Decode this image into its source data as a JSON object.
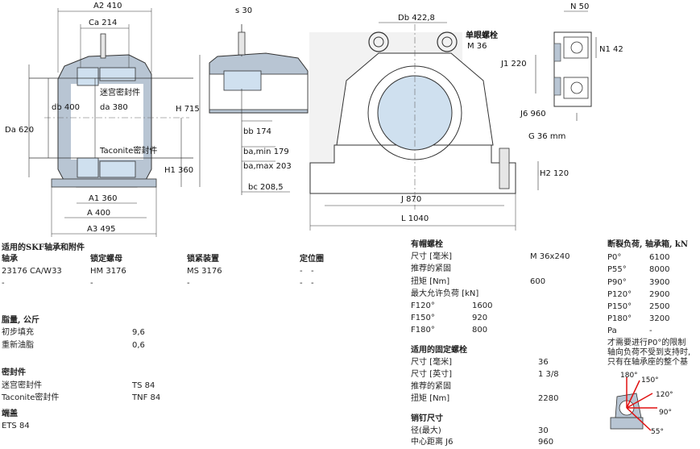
{
  "drawings": {
    "front": {
      "A2": "A2 410",
      "Ca": "Ca 214",
      "db": "db 400",
      "da": "da 380",
      "Da": "Da 620",
      "H": "H 715",
      "H1": "H1 360",
      "A1": "A1 360",
      "A": "A 400",
      "A3": "A3 495",
      "seal_top": "迷宫密封件",
      "seal_bottom": "Taconite密封件"
    },
    "side": {
      "s": "s 30",
      "bb": "bb 174",
      "ba_min": "ba,min 179",
      "ba_max": "ba,max 203",
      "bc": "bc 208,5"
    },
    "end": {
      "Db": "Db 422,8",
      "eyebolt": "单眼螺栓",
      "eyebolt_size": "M 36",
      "J1": "J1 220",
      "G": "G 36 mm",
      "H2": "H2 120",
      "J": "J 870",
      "L": "L 1040"
    },
    "detail": {
      "N": "N 50",
      "N1": "N1 42",
      "J6": "J6 960"
    }
  },
  "col1": {
    "title": "适用的SKF轴承和附件",
    "headers": [
      "轴承",
      "锁定螺母",
      "锁紧装置",
      "定位圈"
    ],
    "rows": [
      [
        "23176 CA/W33",
        "HM 3176",
        "MS 3176",
        "-",
        "-"
      ],
      [
        "-",
        "-",
        "-",
        "-",
        "-"
      ]
    ],
    "grease_title": "脂量, 公斤",
    "grease_rows": [
      [
        "初步填充",
        "9,6"
      ],
      [
        "重新油脂",
        "0,6"
      ]
    ],
    "seal_title": "密封件",
    "seal_rows": [
      [
        "迷宫密封件",
        "TS 84"
      ],
      [
        "Taconite密封件",
        "TNF 84"
      ]
    ],
    "cap_title": "端盖",
    "cap_value": "ETS 84"
  },
  "col2": {
    "cap_bolt_title": "有帽螺栓",
    "cap_bolt_rows": [
      [
        "尺寸 [毫米]",
        "M 36x240"
      ],
      [
        "推荐的紧固",
        ""
      ],
      [
        "扭矩 [Nm]",
        "600"
      ],
      [
        "最大允许负荷 [kN]",
        ""
      ]
    ],
    "load_rows": [
      [
        "F120°",
        "1600"
      ],
      [
        "F150°",
        "920"
      ],
      [
        "F180°",
        "800"
      ]
    ],
    "anchor_title": "适用的固定螺栓",
    "anchor_rows": [
      [
        "尺寸 [毫米]",
        "36"
      ],
      [
        "尺寸 [英寸]",
        "1 3/8"
      ],
      [
        "推荐的紧固",
        ""
      ],
      [
        "扭矩 [Nm]",
        "2280"
      ]
    ],
    "dowel_title": "销钉尺寸",
    "dowel_rows": [
      [
        "径(最大)",
        "30"
      ],
      [
        "中心距离 J6",
        "960"
      ]
    ]
  },
  "col3": {
    "title": "断裂负荷, 轴承箱, kN",
    "rows": [
      [
        "P0°",
        "6100"
      ],
      [
        "P55°",
        "8000"
      ],
      [
        "P90°",
        "3900"
      ],
      [
        "P120°",
        "2900"
      ],
      [
        "P150°",
        "2500"
      ],
      [
        "P180°",
        "3200"
      ],
      [
        "Pa",
        "-"
      ]
    ],
    "note": [
      "才需要进行P0°的限制",
      "轴向负荷不受到支持时,",
      "只有在轴承座的整个基"
    ],
    "angles": [
      "180°",
      "150°",
      "120°",
      "90°",
      "55°"
    ]
  },
  "colors": {
    "housing": "#b8c5d3",
    "bearing": "#cfe0ef",
    "accent": "#e01010",
    "line": "#333333"
  }
}
